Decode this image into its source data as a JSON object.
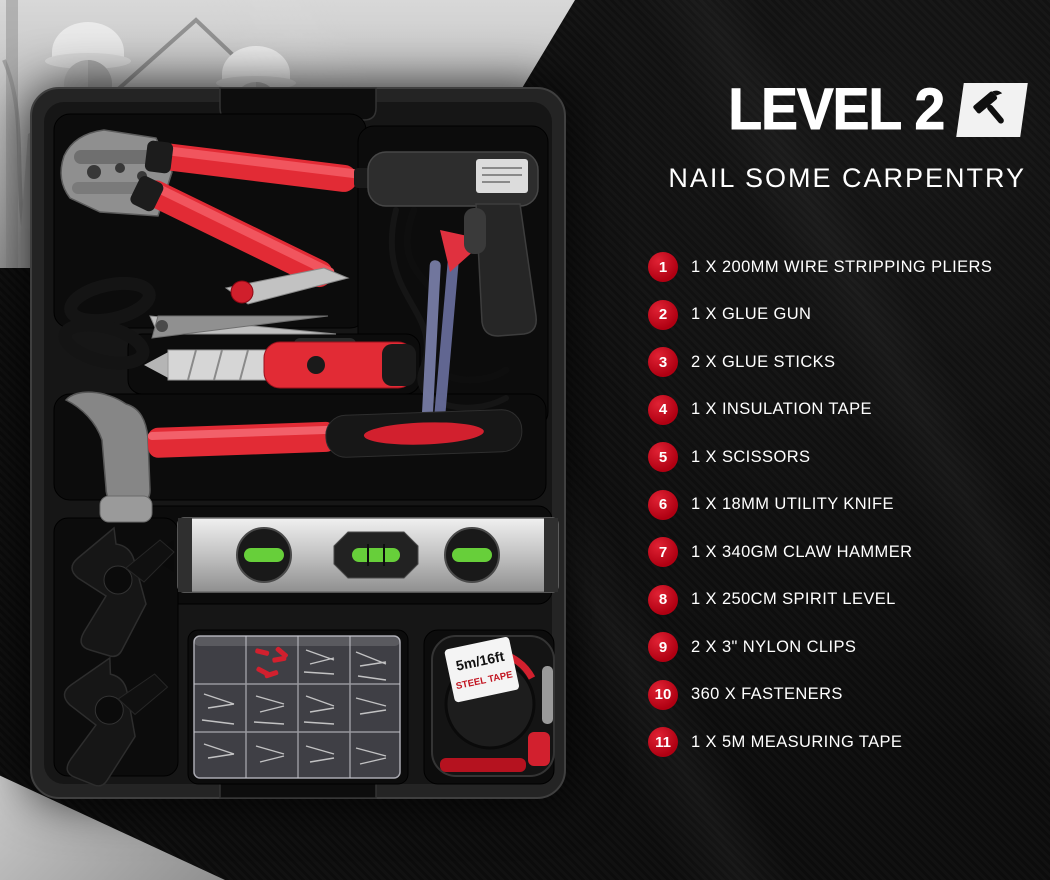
{
  "theme": {
    "background": "#0b0b0b",
    "badge_color": "#c00014",
    "accent_red": "#e22b35",
    "text_color": "#ffffff"
  },
  "header": {
    "title": "LEVEL 2",
    "subtitle": "NAIL SOME CARPENTRY",
    "icon": "hammer-icon"
  },
  "checklist": [
    {
      "num": "1",
      "label": "1 X 200MM WIRE STRIPPING PLIERS"
    },
    {
      "num": "2",
      "label": "1 X GLUE GUN"
    },
    {
      "num": "3",
      "label": "2 X GLUE STICKS"
    },
    {
      "num": "4",
      "label": "1 X INSULATION TAPE"
    },
    {
      "num": "5",
      "label": "1 X SCISSORS"
    },
    {
      "num": "6",
      "label": "1 X 18MM UTILITY KNIFE"
    },
    {
      "num": "7",
      "label": "1 X 340GM CLAW HAMMER"
    },
    {
      "num": "8",
      "label": "1 X 250CM SPIRIT LEVEL"
    },
    {
      "num": "9",
      "label": "2 X 3\" NYLON CLIPS"
    },
    {
      "num": "10",
      "label": "360 X FASTENERS"
    },
    {
      "num": "11",
      "label": "1 X 5M MEASURING TAPE"
    }
  ],
  "tray": {
    "tape_label_line1": "5m/16ft",
    "tape_label_line2": "STEEL TAPE",
    "tools": [
      "wire-stripping-pliers",
      "glue-gun",
      "glue-sticks",
      "scissors",
      "folding-knife",
      "utility-knife",
      "claw-hammer",
      "spirit-level",
      "nylon-clips",
      "fastener-box",
      "measuring-tape"
    ]
  }
}
